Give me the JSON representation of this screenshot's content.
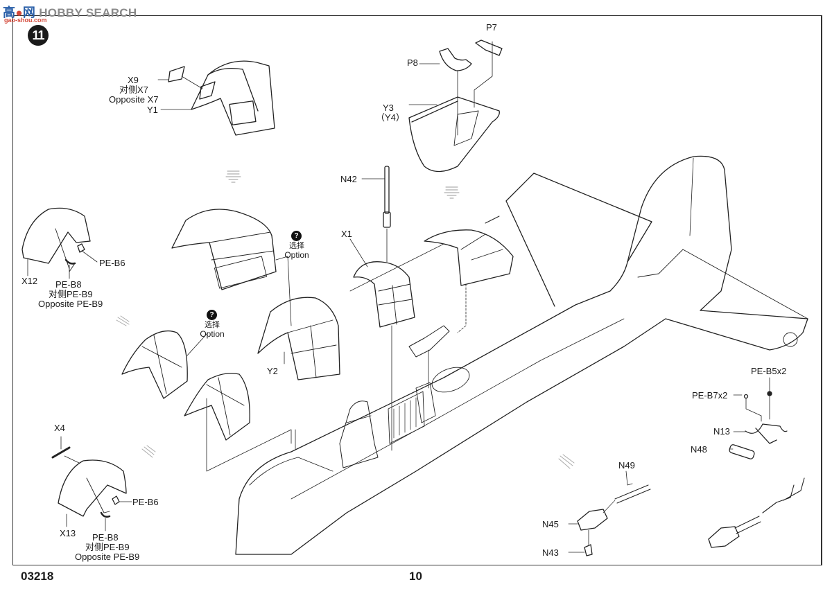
{
  "watermark": {
    "logo_cn": "高",
    "logo_cn2": "网",
    "brand": "HOBBY SEARCH",
    "site": "gao-shou.com"
  },
  "step": {
    "number": "11"
  },
  "labels": {
    "x9": "X9",
    "x9_opposite_cn": "对侧X7",
    "x9_opposite_en": "Opposite X7",
    "y1": "Y1",
    "p7": "P7",
    "p8": "P8",
    "y3": "Y3",
    "y4": "（Y4）",
    "n42": "N42",
    "x1": "X1",
    "y2": "Y2",
    "x12": "X12",
    "pe_b6_top": "PE-B6",
    "pe_b8_top": "PE-B8",
    "pe_b9_top_cn": "对侧PE-B9",
    "pe_b9_top_en": "Opposite PE-B9",
    "x4": "X4",
    "x13": "X13",
    "pe_b6_bottom": "PE-B6",
    "pe_b8_bottom": "PE-B8",
    "pe_b9_bottom_cn": "对侧PE-B9",
    "pe_b9_bottom_en": "Opposite PE-B9",
    "pe_b5": "PE-B5x2",
    "pe_b7": "PE-B7x2",
    "n13": "N13",
    "n48": "N48",
    "n49": "N49",
    "n45": "N45",
    "n43": "N43"
  },
  "options": [
    {
      "badge": "?",
      "cn": "选择",
      "en": "Option"
    },
    {
      "badge": "?",
      "cn": "选择",
      "en": "Option"
    }
  ],
  "footer": {
    "product_code": "03218",
    "page_number": "10"
  }
}
